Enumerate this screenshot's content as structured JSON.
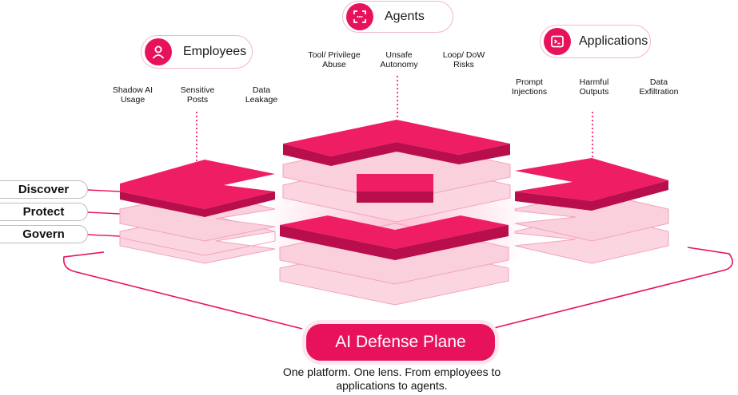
{
  "categories": {
    "employees": {
      "label": "Employees",
      "icon": "person-icon"
    },
    "agents": {
      "label": "Agents",
      "icon": "agent-scan-icon"
    },
    "applications": {
      "label": "Applications",
      "icon": "terminal-icon"
    }
  },
  "risks": {
    "employees": [
      {
        "line1": "Shadow AI",
        "line2": "Usage"
      },
      {
        "line1": "Sensitive",
        "line2": "Posts"
      },
      {
        "line1": "Data",
        "line2": "Leakage"
      }
    ],
    "agents": [
      {
        "line1": "Tool/ Privilege",
        "line2": "Abuse"
      },
      {
        "line1": "Unsafe",
        "line2": "Autonomy"
      },
      {
        "line1": "Loop/ DoW",
        "line2": "Risks"
      }
    ],
    "applications": [
      {
        "line1": "Prompt",
        "line2": "Injections"
      },
      {
        "line1": "Harmful",
        "line2": "Outputs"
      },
      {
        "line1": "Data",
        "line2": "Exfiltration"
      }
    ]
  },
  "layers": [
    "Discover",
    "Protect",
    "Govern"
  ],
  "plane": {
    "label": "AI Defense Plane"
  },
  "tagline": {
    "line1": "One platform. One lens. From employees to",
    "line2": "applications to agents."
  },
  "colors": {
    "accent": "#e8125c",
    "accent_dark": "#b80f4c",
    "soft": "#f8c3d4",
    "border": "#f3b8c9"
  }
}
